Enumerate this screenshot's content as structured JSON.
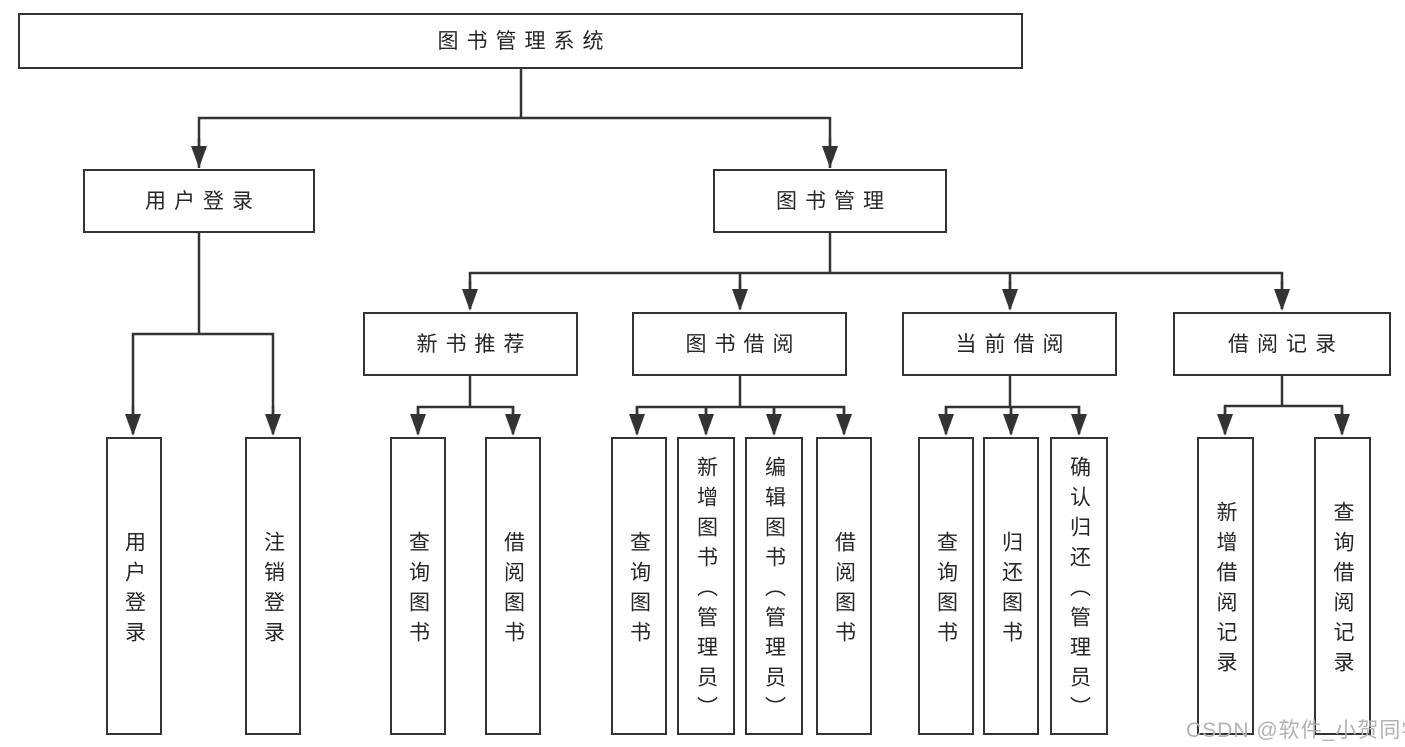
{
  "colors": {
    "line": "#333333",
    "text": "#262626",
    "background": "#ffffff",
    "box_background": "#ffffff",
    "watermark": "#b2b2b2"
  },
  "tree": {
    "root": {
      "label": "图书管理系统"
    },
    "level2": [
      {
        "label": "用户登录",
        "children": [
          {
            "label": "用户登录"
          },
          {
            "label": "注销登录"
          }
        ]
      },
      {
        "label": "图书管理",
        "children": [
          {
            "label": "新书推荐",
            "children": [
              {
                "label": "查询图书"
              },
              {
                "label": "借阅图书"
              }
            ]
          },
          {
            "label": "图书借阅",
            "children": [
              {
                "label": "查询图书"
              },
              {
                "label": "新增图书（管理员）"
              },
              {
                "label": "编辑图书（管理员）"
              },
              {
                "label": "借阅图书"
              }
            ]
          },
          {
            "label": "当前借阅",
            "children": [
              {
                "label": "查询图书"
              },
              {
                "label": "归还图书"
              },
              {
                "label": "确认归还（管理员）"
              }
            ]
          },
          {
            "label": "借阅记录",
            "children": [
              {
                "label": "新增借阅记录"
              },
              {
                "label": "查询借阅记录"
              }
            ]
          }
        ]
      }
    ]
  },
  "watermark": {
    "text": "CSDN @软件_小贺同学"
  }
}
